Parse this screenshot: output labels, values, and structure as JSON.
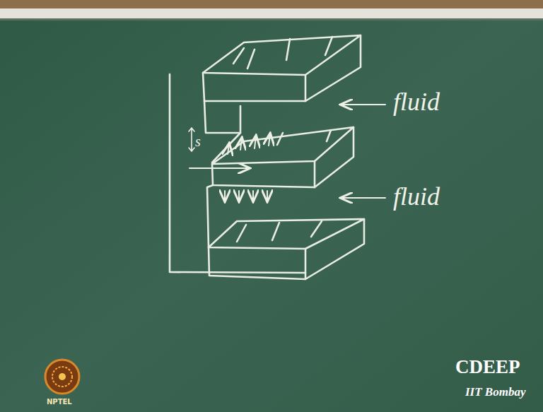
{
  "diagram": {
    "labels": [
      "fluid",
      "fluid",
      "s",
      "CDEEP",
      "IIT Bombay",
      "NPTEL"
    ]
  }
}
